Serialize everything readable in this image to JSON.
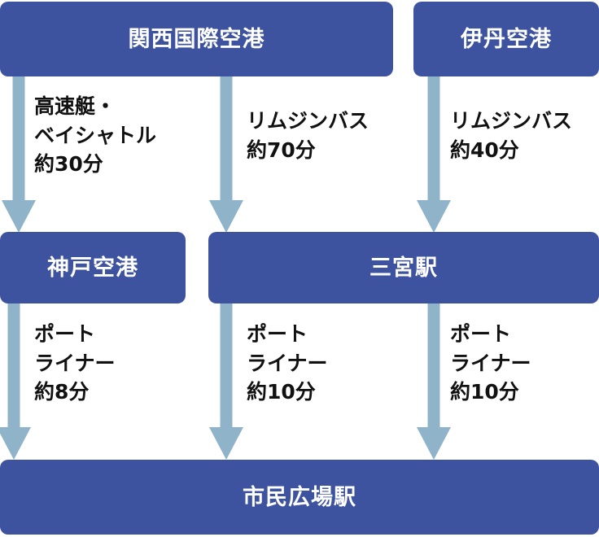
{
  "diagram": {
    "title": "",
    "colors": {
      "node_fill": "#3e53a0",
      "node_text": "#ffffff",
      "arrow": "#8fb3c9",
      "label_text": "#111111",
      "background": "#ffffff"
    },
    "nodes": [
      {
        "id": "kix",
        "label": "関西国際空港"
      },
      {
        "id": "itami",
        "label": "伊丹空港"
      },
      {
        "id": "kobe",
        "label": "神戸空港"
      },
      {
        "id": "sannomiya",
        "label": "三宮駅"
      },
      {
        "id": "shimin",
        "label": "市民広場駅"
      }
    ],
    "edges": [
      {
        "id": "kix-to-kobe",
        "from": "kix",
        "to": "kobe",
        "lines": [
          "高速艇・",
          "ベイシャトル",
          "約30分"
        ],
        "mode": "高速艇・ベイシャトル",
        "duration": "約30分"
      },
      {
        "id": "kix-to-sannomiya",
        "from": "kix",
        "to": "sannomiya",
        "lines": [
          "リムジンバス",
          "約70分"
        ],
        "mode": "リムジンバス",
        "duration": "約70分"
      },
      {
        "id": "itami-to-sannomiya",
        "from": "itami",
        "to": "sannomiya",
        "lines": [
          "リムジンバス",
          "約40分"
        ],
        "mode": "リムジンバス",
        "duration": "約40分"
      },
      {
        "id": "kobe-to-shimin",
        "from": "kobe",
        "to": "shimin",
        "lines": [
          "ポート",
          "ライナー",
          "約8分"
        ],
        "mode": "ポートライナー",
        "duration": "約8分"
      },
      {
        "id": "sannomiya-to-shimin-left",
        "from": "sannomiya",
        "to": "shimin",
        "lines": [
          "ポート",
          "ライナー",
          "約10分"
        ],
        "mode": "ポートライナー",
        "duration": "約10分"
      },
      {
        "id": "sannomiya-to-shimin-right",
        "from": "sannomiya",
        "to": "shimin",
        "lines": [
          "ポート",
          "ライナー",
          "約10分"
        ],
        "mode": "ポートライナー",
        "duration": "約10分"
      }
    ]
  }
}
